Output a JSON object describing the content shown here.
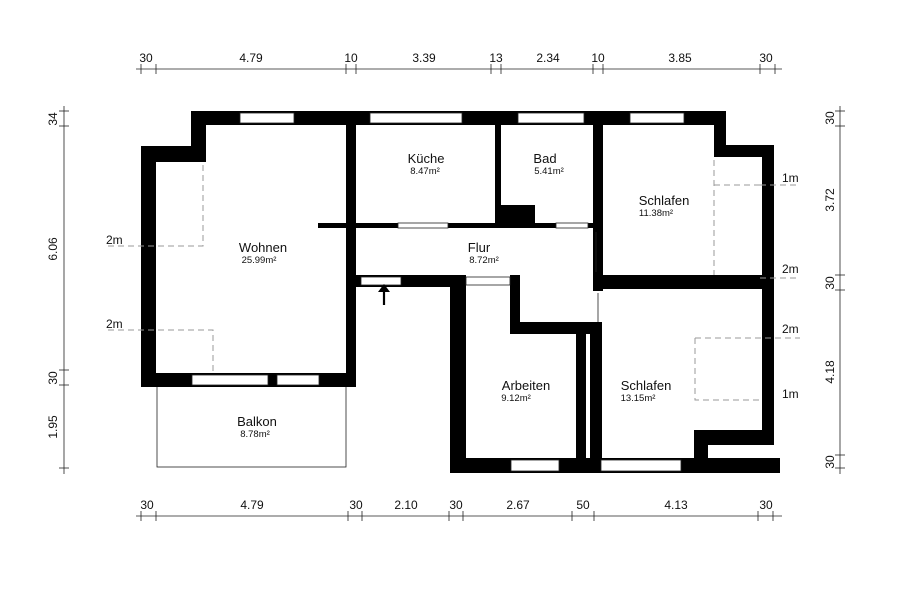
{
  "rooms": {
    "wohnen": {
      "name": "Wohnen",
      "area": "25.99m²"
    },
    "kueche": {
      "name": "Küche",
      "area": "8.47m²"
    },
    "bad": {
      "name": "Bad",
      "area": "5.41m²"
    },
    "schlafen1": {
      "name": "Schlafen",
      "area": "11.38m²"
    },
    "flur": {
      "name": "Flur",
      "area": "8.72m²"
    },
    "arbeiten": {
      "name": "Arbeiten",
      "area": "9.12m²"
    },
    "schlafen2": {
      "name": "Schlafen",
      "area": "13.15m²"
    },
    "balkon": {
      "name": "Balkon",
      "area": "8.78m²"
    }
  },
  "dims": {
    "top": [
      "30",
      "4.79",
      "10",
      "3.39",
      "13",
      "2.34",
      "10",
      "3.85",
      "30"
    ],
    "bottom": [
      "30",
      "4.79",
      "30",
      "2.10",
      "30",
      "2.67",
      "50",
      "4.13",
      "30"
    ],
    "left": [
      "34",
      "6.06",
      "30",
      "1.95"
    ],
    "right": [
      "30",
      "3.72",
      "30",
      "4.18",
      "30"
    ]
  },
  "window_labels": {
    "left_top": "2m",
    "left_bottom": "2m",
    "right_1": "1m",
    "right_2": "2m",
    "right_3": "2m",
    "right_4": "1m"
  }
}
